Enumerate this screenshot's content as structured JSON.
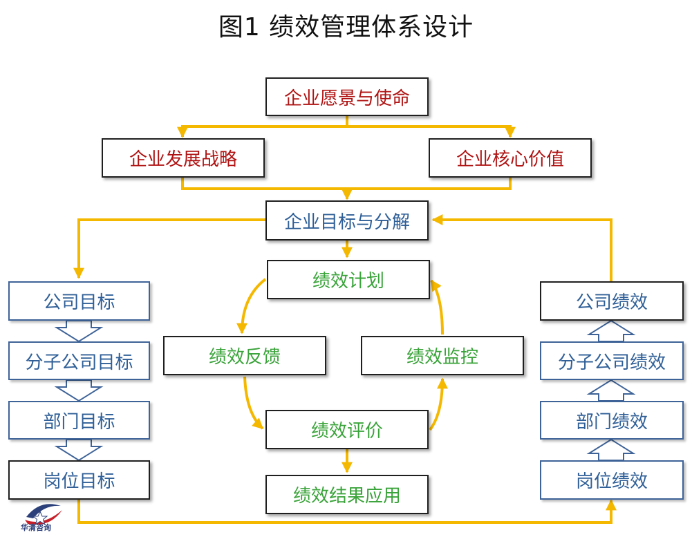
{
  "title": "图1  绩效管理体系设计",
  "top": {
    "vision": "企业愿景与使命",
    "strategy": "企业发展战略",
    "values": "企业核心价值",
    "goals": "企业目标与分解"
  },
  "left_column": [
    "公司目标",
    "分子公司目标",
    "部门目标",
    "岗位目标"
  ],
  "center_cycle": {
    "plan": "绩效计划",
    "feedback": "绩效反馈",
    "monitor": "绩效监控",
    "evaluate": "绩效评价",
    "apply": "绩效结果应用"
  },
  "right_column": [
    "公司绩效",
    "分子公司绩效",
    "部门绩效",
    "岗位绩效"
  ],
  "logo": {
    "text": "华清咨询"
  },
  "colors": {
    "red_text": "#b01313",
    "blue_text": "#2f5f97",
    "green_text": "#3aa33a",
    "connector": "#f5b800",
    "blue_border": "#3e6398"
  }
}
